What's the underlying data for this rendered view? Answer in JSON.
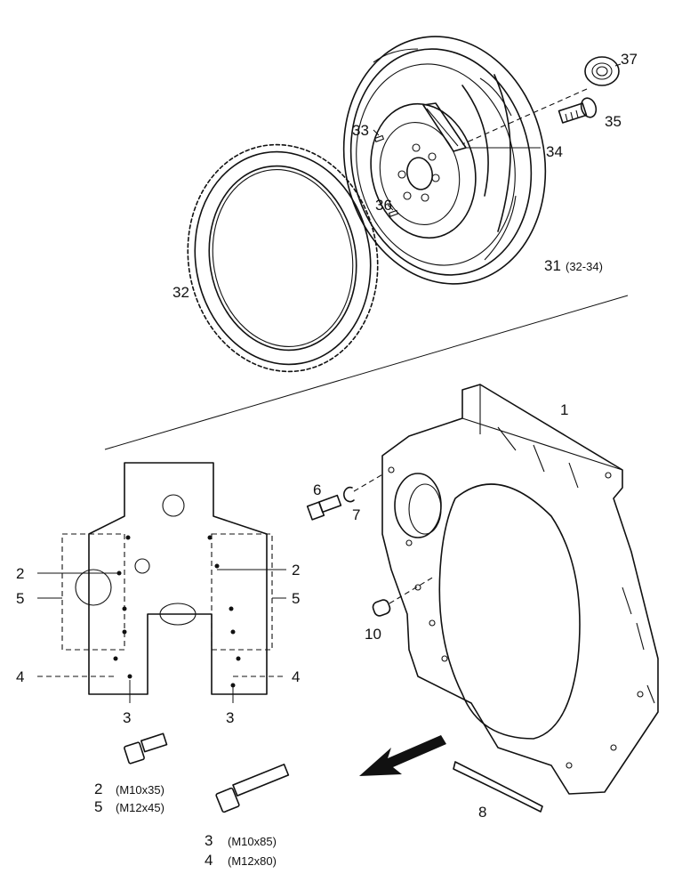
{
  "callouts": {
    "c1": "1",
    "c2_left": "2",
    "c2_right": "2",
    "c3_left": "3",
    "c3_right": "3",
    "c4_left": "4",
    "c4_right": "4",
    "c5_left": "5",
    "c5_right": "5",
    "c6": "6",
    "c7": "7",
    "c8": "8",
    "c10": "10",
    "c31": "31",
    "c31_range": "(32-34)",
    "c32": "32",
    "c33": "33",
    "c34": "34",
    "c35": "35",
    "c36": "36",
    "c37": "37"
  },
  "bolt_specs": {
    "short": [
      {
        "num": "2",
        "size": "(M10x35)"
      },
      {
        "num": "5",
        "size": "(M12x45)"
      }
    ],
    "long": [
      {
        "num": "3",
        "size": "(M10x85)"
      },
      {
        "num": "4",
        "size": "(M12x80)"
      }
    ]
  },
  "colors": {
    "ink": "#111111",
    "paper": "#ffffff"
  }
}
